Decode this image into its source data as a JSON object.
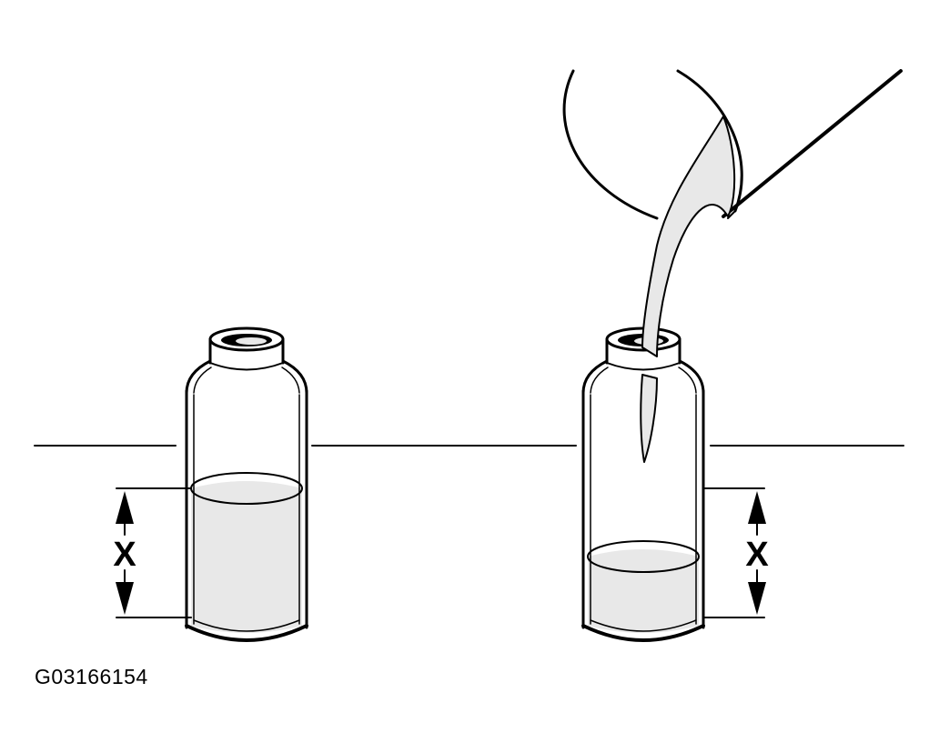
{
  "figure_id": "G03166154",
  "labels": {
    "left_dimension": "X",
    "right_dimension": "X"
  },
  "colors": {
    "line": "#000000",
    "liquid": "#e8e8e8",
    "background": "#ffffff"
  }
}
